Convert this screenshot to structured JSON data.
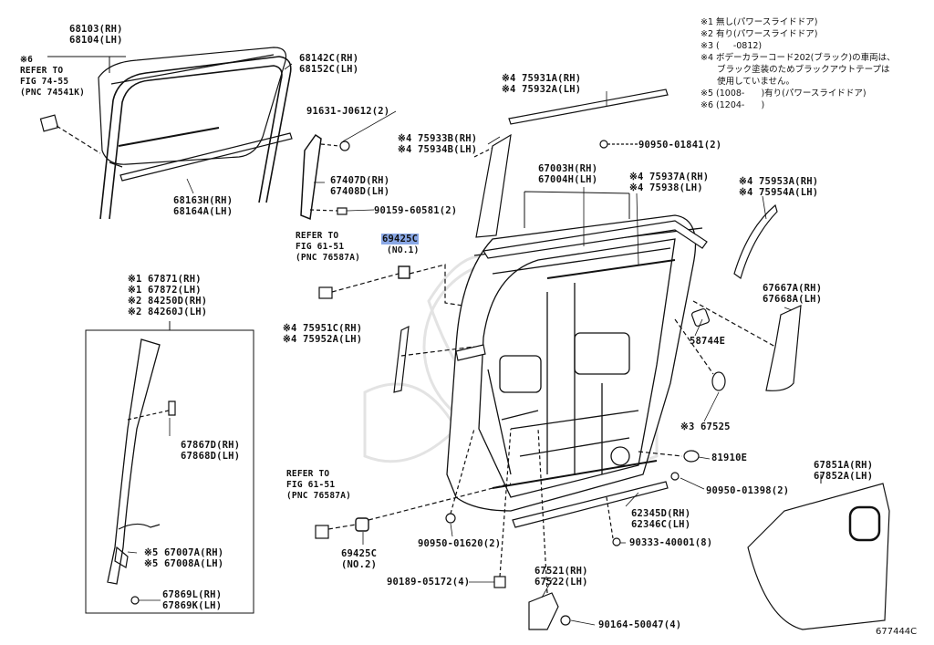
{
  "notes": [
    "※1 無し(パワースライドドア)",
    "※2 有り(パワースライドドア)",
    "※3 (     -0812)",
    "※4 ボデーカラーコード202(ブラック)の車両は、",
    "      ブラック塗装のためブラックアウトテープは",
    "      使用していません。",
    "※5 (1008-      )有り(パワースライドドア)",
    "※6 (1204-      )"
  ],
  "labels": {
    "p68103": "68103(RH)\n68104(LH)",
    "p74541": "※6\nREFER TO\nFIG 74-55\n(PNC 74541K)",
    "p68142": "68142C(RH)\n68152C(LH)",
    "p68163": "68163H(RH)\n68164A(LH)",
    "p91631": "91631-J0612(2)",
    "p67407": "67407D(RH)\n67408D(LH)",
    "p90159": "90159-60581(2)",
    "p76587a": "REFER TO\nFIG 61-51\n(PNC 76587A)",
    "p69425c_top": "69425C",
    "p69425c_no1": "(NO.1)",
    "p67871": "※1 67871(RH)\n※1 67872(LH)\n※2 84250D(RH)\n※2 84260J(LH)",
    "p67867": "67867D(RH)\n67868D(LH)",
    "p67007": "※5 67007A(RH)\n※5 67008A(LH)",
    "p67869": "67869L(RH)\n67869K(LH)",
    "p75931": "※4 75931A(RH)\n※4 75932A(LH)",
    "p75933": "※4 75933B(RH)\n※4 75934B(LH)",
    "p90950_1841": "90950-01841(2)",
    "p67003": "67003H(RH)\n67004H(LH)",
    "p75937": "※4 75937A(RH)\n※4 75938(LH)",
    "p75953": "※4 75953A(RH)\n※4 75954A(LH)",
    "p67667": "67667A(RH)\n67668A(LH)",
    "p58744": "58744E",
    "p75951": "※4 75951C(RH)\n※4 75952A(LH)",
    "p67525": "※3 67525",
    "p81910": "81910E",
    "p90950_1398": "90950-01398(2)",
    "p76587b": "REFER TO\nFIG 61-51\n(PNC 76587A)",
    "p69425c_no2": "69425C\n(NO.2)",
    "p90950_1620": "90950-01620(2)",
    "p62345": "62345D(RH)\n62346C(LH)",
    "p90333": "90333-40001(8)",
    "p90189": "90189-05172(4)",
    "p67521": "67521(RH)\n67522(LH)",
    "p90164": "90164-50047(4)",
    "p67851": "67851A(RH)\n67852A(LH)"
  },
  "diagram_code": "677444C"
}
